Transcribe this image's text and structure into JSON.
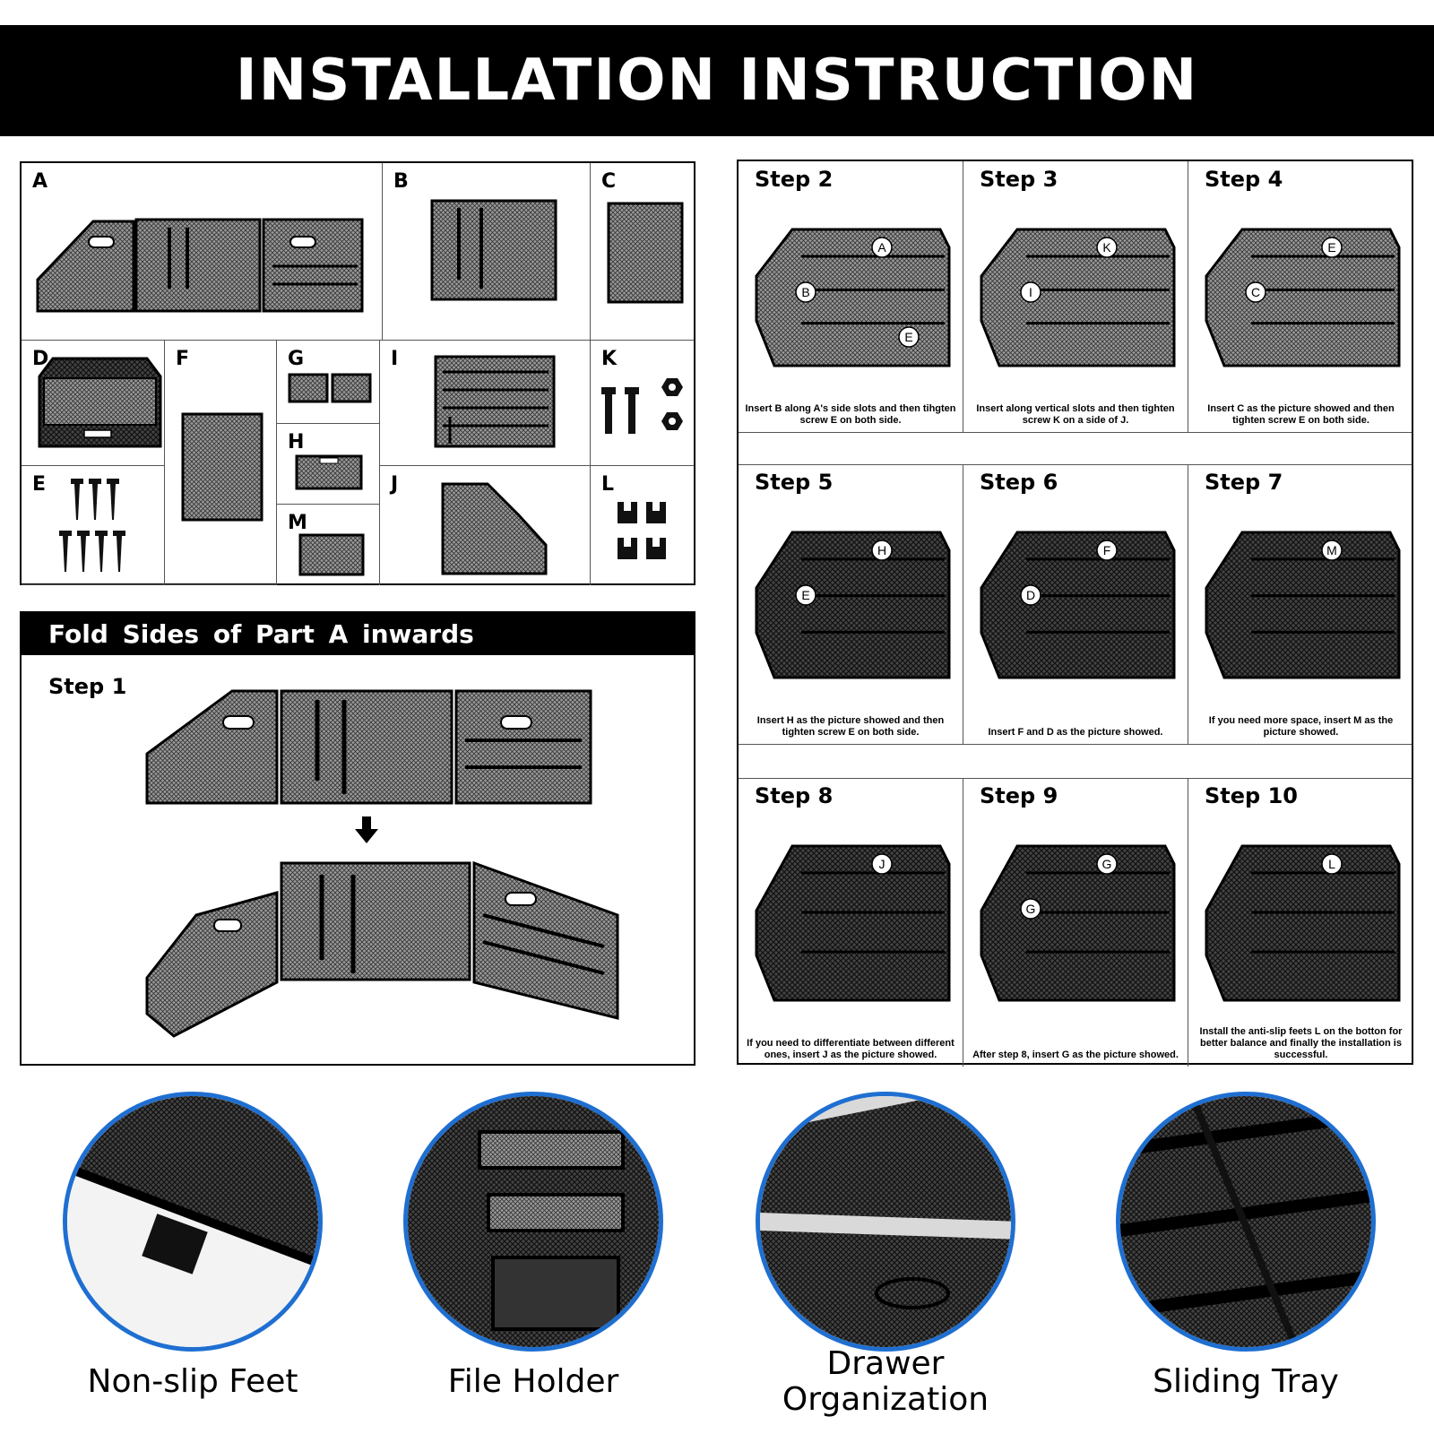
{
  "title": "INSTALLATION INSTRUCTION",
  "parts": {
    "labels": [
      "A",
      "B",
      "C",
      "D",
      "F",
      "G",
      "I",
      "K",
      "H",
      "E",
      "J",
      "L",
      "M"
    ]
  },
  "fold": {
    "header": "Fold  Sides of  Part A inwards",
    "step_label": "Step 1"
  },
  "steps": [
    {
      "title": "Step 2",
      "desc": "Insert B along A's side slots and then tihgten screw E on both side.",
      "callouts": [
        "A",
        "B",
        "E"
      ]
    },
    {
      "title": "Step 3",
      "desc": "Insert along vertical slots and then tighten screw K on a side of J.",
      "callouts": [
        "K",
        "I"
      ]
    },
    {
      "title": "Step 4",
      "desc": "Insert C as the picture showed and then tighten screw E on both side.",
      "callouts": [
        "E",
        "C"
      ]
    },
    {
      "title": "Step 5",
      "desc": "Insert H as the picture showed and then tighten screw E on both side.",
      "callouts": [
        "H",
        "E"
      ]
    },
    {
      "title": "Step 6",
      "desc": "Insert F and D as the picture showed.",
      "callouts": [
        "F",
        "D"
      ]
    },
    {
      "title": "Step 7",
      "desc": "If you need more space, insert M as the picture showed.",
      "callouts": [
        "M"
      ]
    },
    {
      "title": "Step 8",
      "desc": "If you need to differentiate between different ones, insert J as the picture showed.",
      "callouts": [
        "J"
      ]
    },
    {
      "title": "Step 9",
      "desc": "After step 8, insert G as the picture showed.",
      "callouts": [
        "G",
        "G"
      ]
    },
    {
      "title": "Step 10",
      "desc": "Install the anti-slip feets L on the botton for better balance and finally the installation is successful.",
      "callouts": [
        "L"
      ]
    }
  ],
  "features": [
    {
      "label": "Non-slip Feet"
    },
    {
      "label": "File Holder"
    },
    {
      "label": "Drawer Organization"
    },
    {
      "label": "Sliding Tray"
    }
  ],
  "colors": {
    "accent": "#1f6fd1",
    "banner": "#000000"
  }
}
